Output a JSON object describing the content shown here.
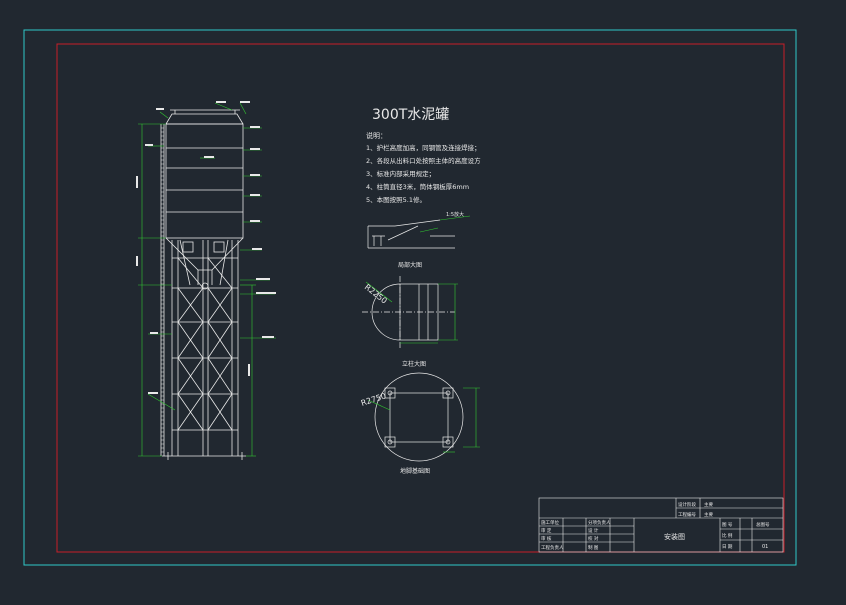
{
  "title": "300T水泥罐",
  "notes_heading": "说明：",
  "notes": [
    "1、护栏高度加高，同钢管及连接焊接；",
    "2、各段从出料口处按照主体的高度设方",
    "3、标准内部采用规定；",
    "4、柱筒直径3米，筒体钢板厚6mm",
    "5、本图按照5.1修。"
  ],
  "details": {
    "detail_a": {
      "caption": "局部大图",
      "callout": "1:5放大"
    },
    "detail_b": {
      "caption": "立柱大图",
      "radius": "R2250"
    },
    "detail_c": {
      "caption": "地脚基础图",
      "radius": "R2750"
    }
  },
  "title_block": {
    "drawing_name": "安装图",
    "top_row": [
      "设计阶段",
      "主要"
    ],
    "top_row2": [
      "工程编号",
      "主要"
    ],
    "rows": [
      [
        "施工单位",
        "",
        "分项负责人",
        ""
      ],
      [
        "审 定",
        "",
        "设 计",
        ""
      ],
      [
        "审 核",
        "",
        "校 对",
        ""
      ],
      [
        "工程负责人",
        "",
        "制 图",
        ""
      ]
    ],
    "right": [
      [
        "图 号",
        "",
        "",
        "总图号"
      ],
      [
        "比 例",
        "",
        "",
        ""
      ],
      [
        "日 期",
        "",
        "",
        "01"
      ]
    ]
  },
  "colors": {
    "background": "#212830",
    "outer_border": "#2fc8c8",
    "inner_border": "#c81e28",
    "lines": "#e8e8e8",
    "dimensions": "#32c832"
  }
}
